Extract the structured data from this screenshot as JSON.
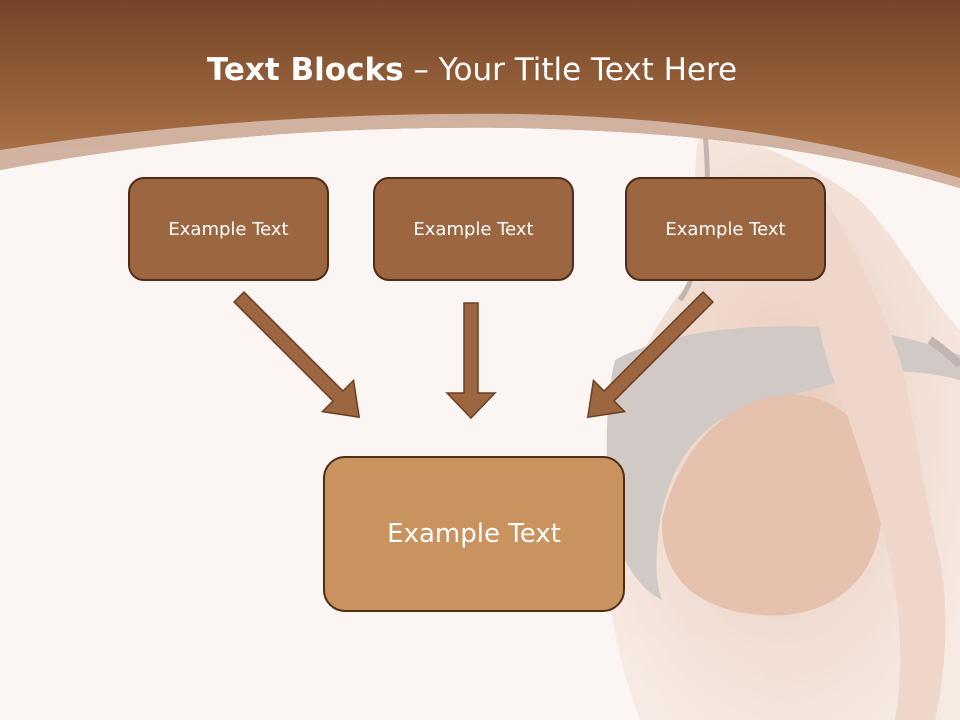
{
  "title": {
    "bold": "Text Blocks",
    "rest": " – Your Title Text Here"
  },
  "blocks": [
    {
      "label": "Example Text"
    },
    {
      "label": "Example Text"
    },
    {
      "label": "Example Text"
    }
  ],
  "target": {
    "label": "Example Text"
  },
  "colors": {
    "header_top": "#7a4a2c",
    "header_bottom": "#b57a4c",
    "box_dark": "#9c6640",
    "box_light": "#c9935f",
    "box_border": "#4f2c15",
    "arrow_fill": "#9c6640",
    "background": "#fbf6f3"
  }
}
